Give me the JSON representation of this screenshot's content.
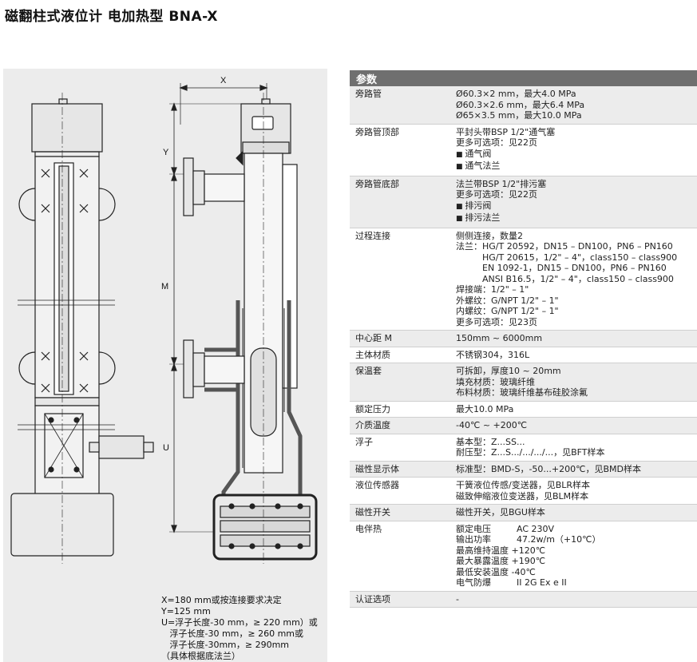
{
  "title": "磁翻柱式液位计 电加热型 BNA-X",
  "dimension_labels": {
    "x": "X",
    "y": "Y",
    "m": "M",
    "u": "U"
  },
  "notes": [
    "X=180 mm或按连接要求决定",
    "Y=125 mm",
    "U=浮子长度-30 mm，≥ 220 mm）或",
    "   浮子长度-30 mm，≥ 260 mm或",
    "   浮子长度-30mm，≥ 290mm",
    "（具体根据底法兰）"
  ],
  "table": {
    "header": "参数",
    "rows": [
      {
        "key": "旁路管",
        "lines": [
          "Ø60.3×2 mm，最大4.0 MPa",
          "Ø60.3×2.6 mm，最大6.4 MPa",
          "Ø65×3.5 mm，最大10.0 MPa"
        ]
      },
      {
        "key": "旁路管顶部",
        "lines": [
          "平封头带BSP 1/2\"通气塞",
          "更多可选项：见22页",
          "通气阀",
          "通气法兰"
        ]
      },
      {
        "key": "旁路管底部",
        "lines": [
          "法兰带BSP 1/2\"排污塞",
          "更多可选项：见22页",
          "排污阀",
          "排污法兰"
        ]
      },
      {
        "key": "过程连接",
        "lines": [
          "侧侧连接，数量2",
          "法兰：HG/T 20592，DN15 – DN100，PN6 – PN160",
          "HG/T 20615，1/2\" – 4\"，class150 – class900",
          "EN 1092-1，DN15 – DN100，PN6 – PN160",
          "ANSI B16.5，1/2\" – 4\"，class150 – class900",
          "焊接端：1/2\" – 1\"",
          "外螺纹：G/NPT 1/2\" – 1\"",
          "内螺纹：G/NPT 1/2\" – 1\"",
          "更多可选项：见23页"
        ]
      },
      {
        "key": "中心距 M",
        "lines": [
          "150mm ~ 6000mm"
        ]
      },
      {
        "key": "主体材质",
        "lines": [
          "不锈钢304，316L"
        ]
      },
      {
        "key": "保温套",
        "lines": [
          "可拆卸，厚度10 ~ 20mm",
          "填充材质：玻璃纤维",
          "布料材质：玻璃纤维基布硅胶涂氟"
        ]
      },
      {
        "key": "额定压力",
        "lines": [
          "最大10.0 MPa"
        ]
      },
      {
        "key": "介质温度",
        "lines": [
          "-40℃ ~ +200℃"
        ]
      },
      {
        "key": "浮子",
        "lines": [
          "基本型：Z...SS...",
          "耐压型：Z...S.../.../.../...，见BFT样本"
        ]
      },
      {
        "key": "磁性显示体",
        "lines": [
          "标准型：BMD-S，-50...+200℃，见BMD样本"
        ]
      },
      {
        "key": "液位传感器",
        "lines": [
          "干簧液位传感/变送器，见BLR样本",
          "磁致伸缩液位变送器，见BLM样本"
        ]
      },
      {
        "key": "磁性开关",
        "lines": [
          "磁性开关，见BGU样本"
        ]
      },
      {
        "key": "电伴热",
        "lines": [
          "额定电压",
          "输出功率",
          "最高维持温度 +120℃",
          "最大暴露温度 +190℃",
          "最低安装温度 -40℃",
          "电气防爆"
        ],
        "values": [
          "AC 230V",
          "47.2w/m（+10℃）",
          "",
          "",
          "",
          "II 2G Ex e II"
        ]
      },
      {
        "key": "认证选项",
        "lines": [
          "-"
        ]
      }
    ]
  }
}
